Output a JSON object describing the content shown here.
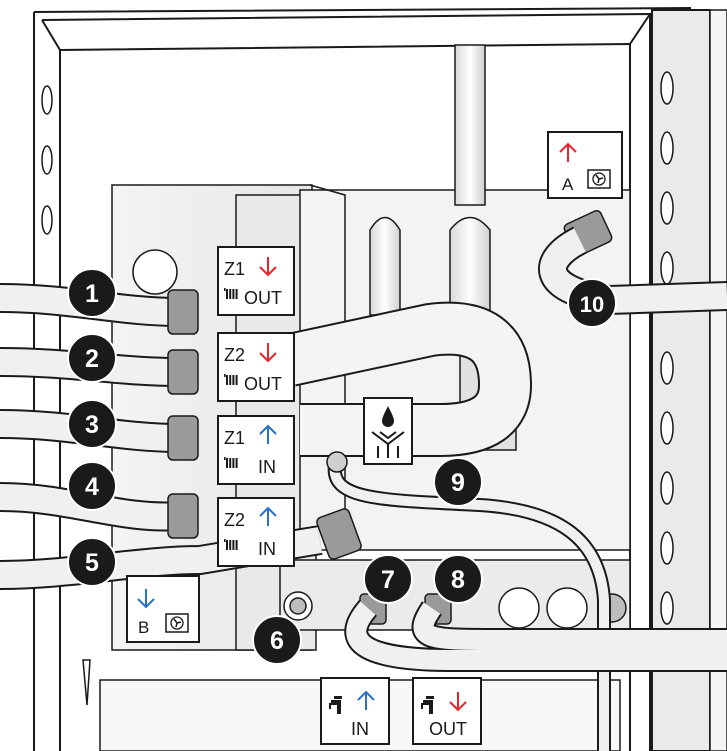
{
  "colors": {
    "hot": "#e8242c",
    "cold": "#2a6fc9",
    "line": "#1a1a1a",
    "pipe": "#f2f2f2"
  },
  "callouts": [
    "1",
    "2",
    "3",
    "4",
    "5",
    "6",
    "7",
    "8",
    "9",
    "10"
  ],
  "labels": {
    "z1_out": {
      "zone": "Z1",
      "dir": "OUT",
      "arrow": "down-arrow-hot-icon"
    },
    "z2_out": {
      "zone": "Z2",
      "dir": "OUT",
      "arrow": "down-arrow-hot-icon"
    },
    "z1_in": {
      "zone": "Z1",
      "dir": "IN",
      "arrow": "up-arrow-cold-icon"
    },
    "z2_in": {
      "zone": "Z2",
      "dir": "IN",
      "arrow": "up-arrow-cold-icon"
    },
    "a": {
      "letter": "A",
      "arrow": "up-arrow-hot-icon",
      "icon": "fan-icon"
    },
    "b": {
      "letter": "B",
      "arrow": "down-arrow-cold-icon",
      "icon": "fan-icon"
    },
    "dhw_in": {
      "dir": "IN",
      "arrow": "up-arrow-cold-icon",
      "icon": "tap-icon"
    },
    "dhw_out": {
      "dir": "OUT",
      "arrow": "down-arrow-hot-icon",
      "icon": "tap-icon"
    },
    "drain": {
      "icon": "drain-icon"
    }
  }
}
